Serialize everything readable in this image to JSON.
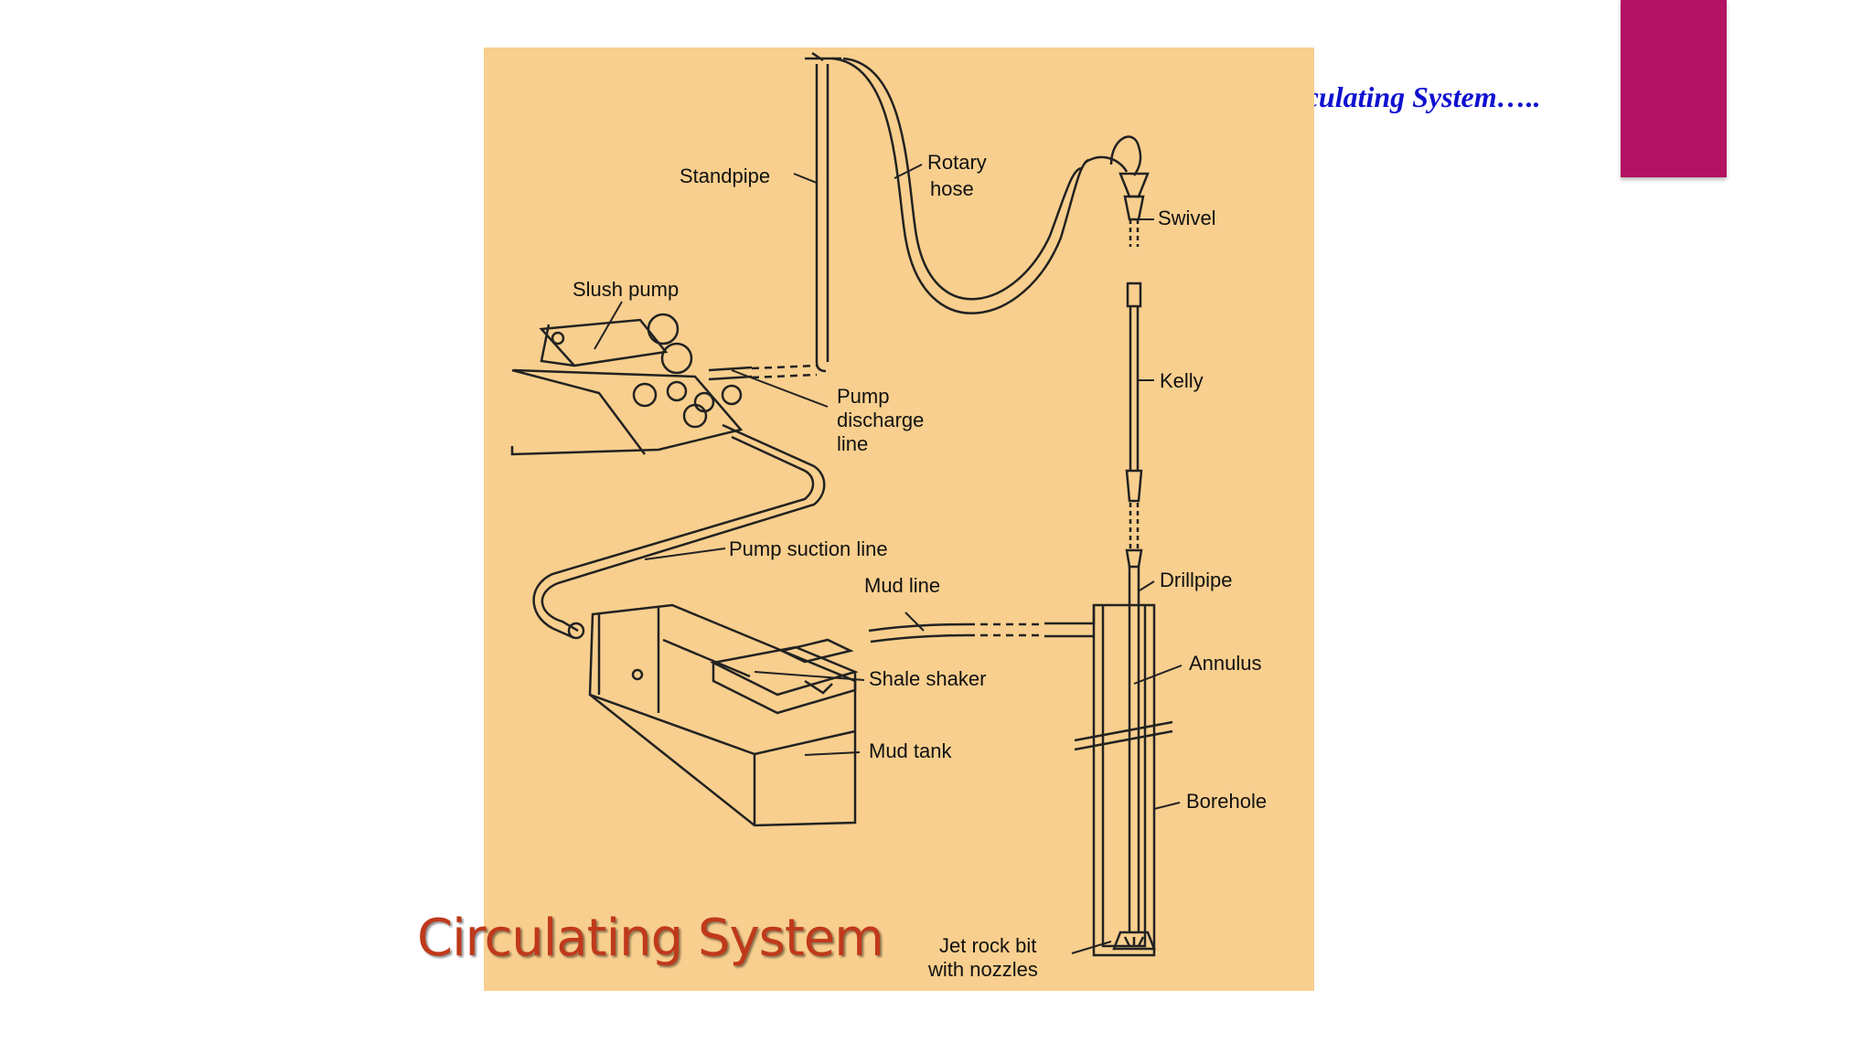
{
  "slide": {
    "title": "Circulating System…..",
    "caption": "Circulating System",
    "colors": {
      "title": "#1010d0",
      "accent": "#b31262",
      "diagram_bg": "#f8cf8e",
      "caption": "#c0391b",
      "ink": "#222222"
    }
  },
  "diagram": {
    "labels": {
      "standpipe": "Standpipe",
      "rotary_hose_1": "Rotary",
      "rotary_hose_2": "hose",
      "swivel": "Swivel",
      "slush_pump": "Slush pump",
      "kelly": "Kelly",
      "pump_discharge_1": "Pump",
      "pump_discharge_2": "discharge",
      "pump_discharge_3": "line",
      "pump_suction": "Pump suction line",
      "mud_line": "Mud line",
      "drillpipe": "Drillpipe",
      "annulus": "Annulus",
      "shale_shaker": "Shale shaker",
      "mud_tank": "Mud tank",
      "borehole": "Borehole",
      "jet_bit_1": "Jet rock bit",
      "jet_bit_2": "with nozzles"
    }
  }
}
